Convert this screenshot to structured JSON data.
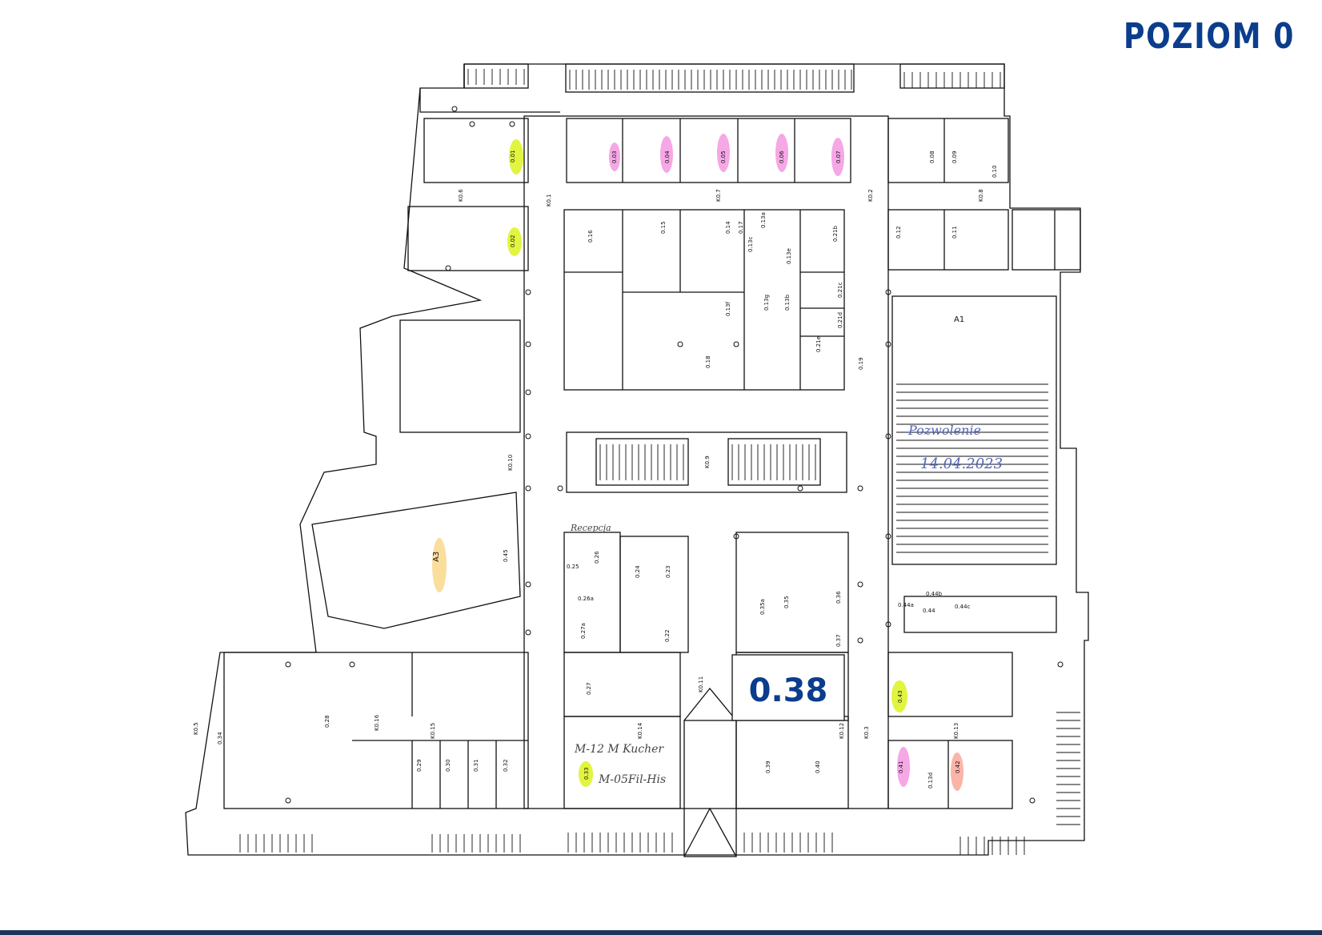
{
  "title": "POZIOM 0",
  "highlight_room": "0.38",
  "handwritten": {
    "reception": "Recepcja",
    "auditorium_note_1": "Pozwolenie",
    "auditorium_note_2": "14.04.2023",
    "note_room_1": "M-12 M Kucher",
    "note_room_2": "M-05Fil-His"
  },
  "rooms": {
    "a1": "A1",
    "a3": "A3",
    "r015": "0.15",
    "r014": "0.14",
    "r017": "0.17",
    "r016": "0.16",
    "r013a": "0.13a",
    "r013b": "0.13b",
    "r013c": "0.13c",
    "r013d": "0.13d",
    "r013e": "0.13e",
    "r013f": "0.13f",
    "r013g": "0.13g",
    "r021b": "0.21b",
    "r021c": "0.21c",
    "r021d": "0.21d",
    "r021e": "0.21e",
    "r018": "0.18",
    "r019": "0.19",
    "r010": "0.10",
    "r008": "0.08",
    "r009": "0.09",
    "r001": "0.01",
    "r002": "0.02",
    "r003": "0.03",
    "r004": "0.04",
    "r005": "0.05",
    "r006": "0.06",
    "r007": "0.07",
    "r011": "0.11",
    "r012": "0.12",
    "r025": "0.25",
    "r026": "0.26",
    "r026a": "0.26a",
    "r027a": "0.27a",
    "r027": "0.27",
    "r024": "0.24",
    "r023": "0.23",
    "r022": "0.22",
    "r035a": "0.35a",
    "r035": "0.35",
    "r036": "0.36",
    "r037": "0.37",
    "r039": "0.39",
    "r040": "0.40",
    "r041": "0.41",
    "r042": "0.42",
    "r043": "0.43",
    "r044": "0.44",
    "r044a": "0.44a",
    "r044b": "0.44b",
    "r044c": "0.44c",
    "r045": "0.45",
    "r028": "0.28",
    "r029": "0.29",
    "r030": "0.30",
    "r031": "0.31",
    "r032": "0.32",
    "r033": "0.33",
    "r034": "0.34"
  },
  "corridors": {
    "k01": "K0.1",
    "k02": "K0.2",
    "k03": "K0.3",
    "k05": "K0.5",
    "k06": "K0.6",
    "k07": "K0.7",
    "k08": "K0.8",
    "k09": "K0.9",
    "k010": "K0.10",
    "k011": "K0.11",
    "k012": "K0.12",
    "k013": "K0.13",
    "k014": "K0.14",
    "k015": "K0.15",
    "k016": "K0.16"
  },
  "highlight_colors": {
    "yellow": "#d7f000",
    "pink": "#ee5fd0",
    "orange": "#f7c34a",
    "salmon": "#f6846e",
    "title_blue": "#0b3d8c"
  }
}
